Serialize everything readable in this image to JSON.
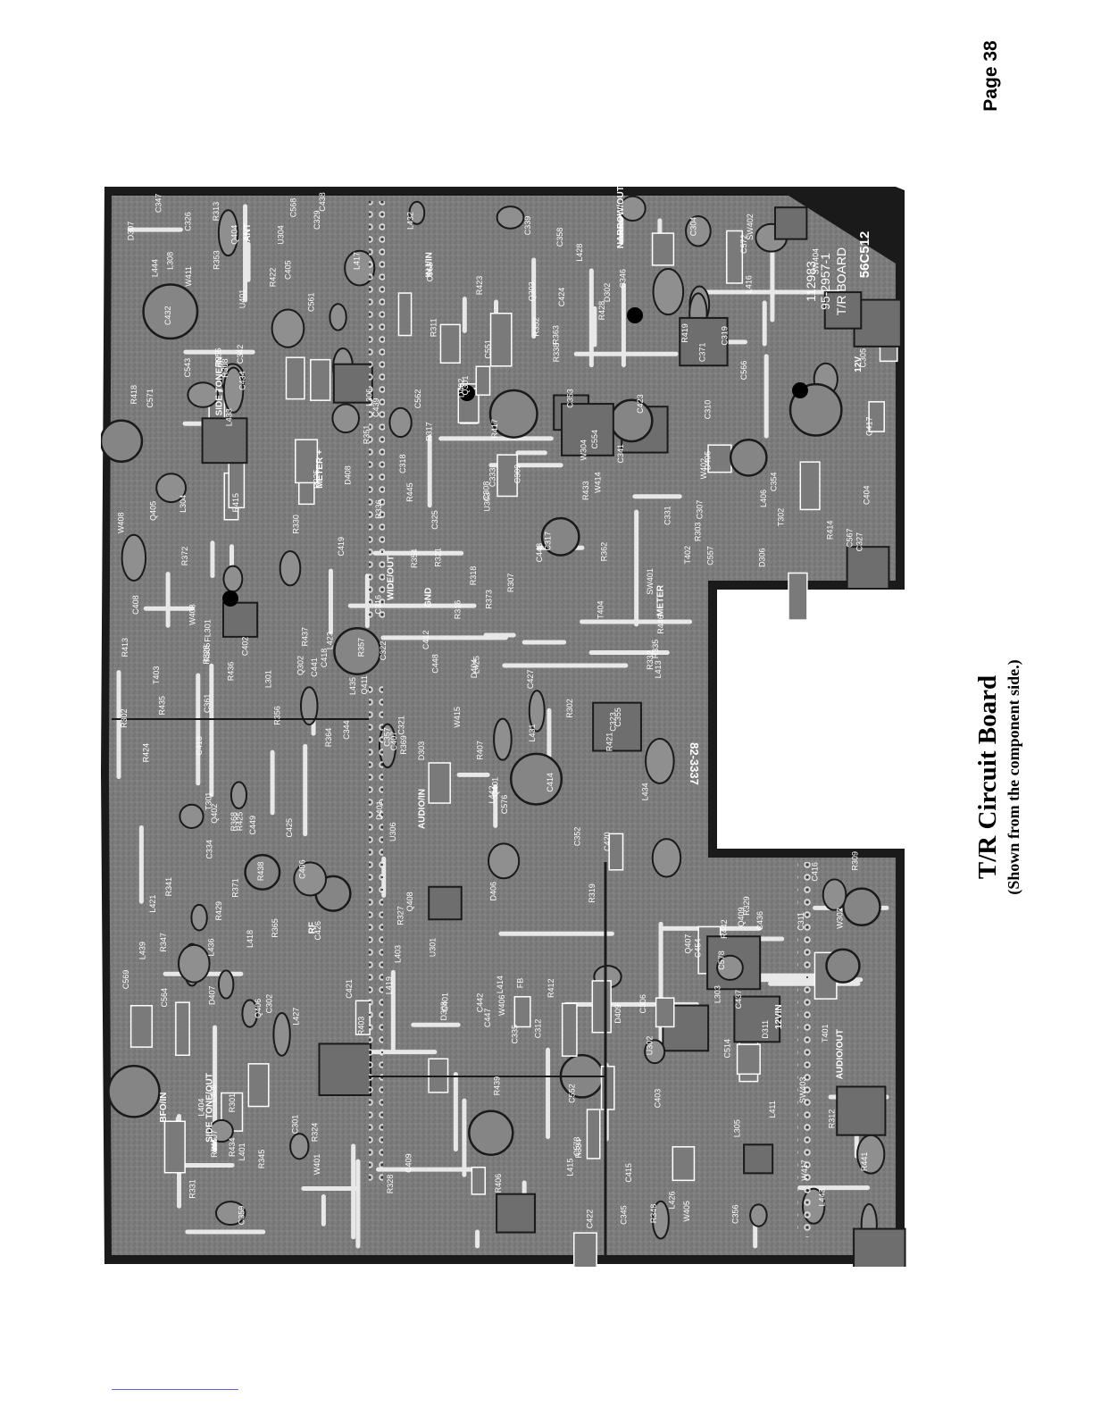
{
  "page": {
    "number_label": "Page 38"
  },
  "caption": {
    "title": "T/R Circuit Board",
    "subtitle": "(Shown from the component side.)"
  },
  "board": {
    "board_id": "112983",
    "part_number": "95-2957-1",
    "board_name": "T/R BOARD",
    "edge_code": "56C512",
    "date_code": "82-3337",
    "connector_labels": [
      "SIDE TONE/OUT",
      "WIDE/OUT",
      "BFO/IN",
      "NARROW/OUT",
      "METER",
      "METER +",
      "12V",
      "AUDIO/OUT",
      "SIDE TONE/IN",
      "AUDIO/IN",
      "INJ/IN",
      "RF",
      "GND",
      "ANT",
      "12VIN"
    ],
    "component_labels": [
      "R338",
      "C333",
      "R345",
      "R332",
      "C331",
      "R336",
      "U303",
      "R341",
      "R335",
      "C329",
      "R329",
      "R319",
      "R328",
      "R327",
      "R321",
      "R326",
      "D307",
      "D308",
      "D311",
      "C326",
      "C327",
      "C325",
      "C323",
      "T302",
      "L308",
      "C321",
      "R325",
      "R324",
      "U301",
      "R317",
      "L306",
      "C361",
      "C355",
      "W304",
      "C319",
      "C322",
      "R316",
      "C356",
      "C359",
      "R373",
      "U306",
      "R372",
      "R371",
      "C357",
      "C312",
      "R308",
      "FL301",
      "C311",
      "C310",
      "R309",
      "R318",
      "R311",
      "R364",
      "R363",
      "C318",
      "C316",
      "C317",
      "R441",
      "C576",
      "C307",
      "R302",
      "R305",
      "R307",
      "C309",
      "C308",
      "R301",
      "T301",
      "C305",
      "C306",
      "C354",
      "R369",
      "C353",
      "Q303",
      "R362",
      "C342",
      "R351",
      "R346",
      "R348",
      "C339",
      "R368",
      "C358",
      "C335",
      "R347",
      "C334",
      "R334",
      "C449",
      "R428",
      "R429",
      "C447",
      "C448",
      "L432",
      "L433",
      "C551",
      "W414",
      "W415",
      "L435",
      "C568",
      "C554",
      "C557",
      "SW404",
      "L439",
      "C561",
      "C564",
      "C567",
      "L444",
      "L442",
      "C566",
      "L443",
      "C562",
      "C565",
      "L434",
      "C552",
      "L436",
      "SW403",
      "L431",
      "FB",
      "R421",
      "C454",
      "C438",
      "C434",
      "D409",
      "C371",
      "Q406",
      "T403",
      "C437",
      "Q405",
      "T402",
      "T404",
      "D405",
      "D407",
      "C443",
      "L426",
      "R423",
      "W417",
      "L427",
      "R425",
      "R424",
      "L428",
      "D406",
      "C441",
      "R422",
      "C439",
      "C442",
      "D401",
      "L419",
      "C424",
      "W411",
      "SW402",
      "C407",
      "C403",
      "C414",
      "C408",
      "C417",
      "C412",
      "C418",
      "C415",
      "C421",
      "L411",
      "L413",
      "L415",
      "L408",
      "L406",
      "L404",
      "L403",
      "C401",
      "L401",
      "T401",
      "W402",
      "W403",
      "C402",
      "C405",
      "C406",
      "C409",
      "C413",
      "C416",
      "W405",
      "W406",
      "W407",
      "L414",
      "C419",
      "L417",
      "C423",
      "C422",
      "C420",
      "L416",
      "W408",
      "SW401",
      "W401",
      "U401",
      "C302",
      "C301",
      "D302",
      "Q301",
      "L304",
      "L305",
      "R436",
      "R433",
      "Q407",
      "Q408",
      "R438",
      "R437",
      "R439",
      "D306",
      "R312",
      "C573",
      "W302",
      "L301",
      "C571",
      "C572",
      "Q411",
      "R313",
      "R442",
      "C341",
      "R365",
      "U304",
      "R352",
      "C352",
      "R354",
      "R357",
      "C346",
      "C345",
      "C344",
      "R446",
      "R445",
      "Q409",
      "R331",
      "R330",
      "R353",
      "D402",
      "C436",
      "Q404",
      "L425",
      "R418",
      "R417",
      "C426",
      "C432",
      "R406",
      "R415",
      "R403",
      "Q401",
      "R407",
      "Q402",
      "R412",
      "C514",
      "L303",
      "R303",
      "U302",
      "C304",
      "D303",
      "R434",
      "R435",
      "C578",
      "D404",
      "R302",
      "D408",
      "C569",
      "Q302",
      "C543",
      "R356",
      "C347",
      "R355",
      "R419",
      "C425",
      "L421",
      "C404",
      "R414",
      "L423",
      "R413",
      "C427",
      "L418"
    ]
  }
}
